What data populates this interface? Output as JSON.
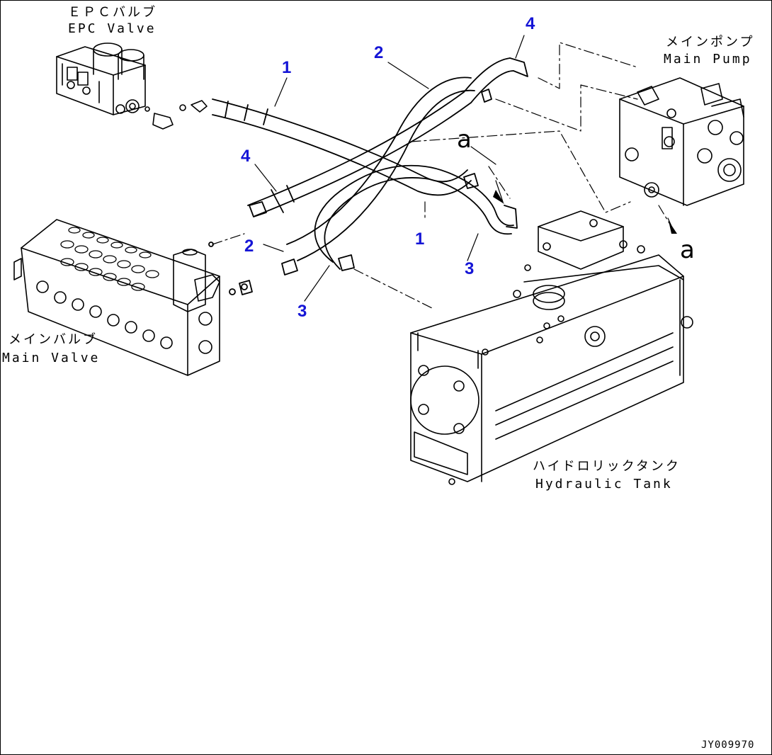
{
  "components": {
    "epc_valve": {
      "jp": "ＥＰＣバルブ",
      "en": "EPC Valve"
    },
    "main_pump": {
      "jp": "メインポンプ",
      "en": "Main Pump"
    },
    "main_valve": {
      "jp": "メインバルブ",
      "en": "Main Valve"
    },
    "hydraulic_tank": {
      "jp": "ハイドロリックタンク",
      "en": "Hydraulic Tank"
    }
  },
  "callouts": {
    "c1a": "1",
    "c1b": "1",
    "c2a": "2",
    "c2b": "2",
    "c3a": "3",
    "c3b": "3",
    "c4a": "4",
    "c4b": "4"
  },
  "references": {
    "a_top": "a",
    "a_right": "a"
  },
  "drawing_code": "JY009970",
  "colors": {
    "callout": "#1515d6",
    "line": "#000000"
  }
}
